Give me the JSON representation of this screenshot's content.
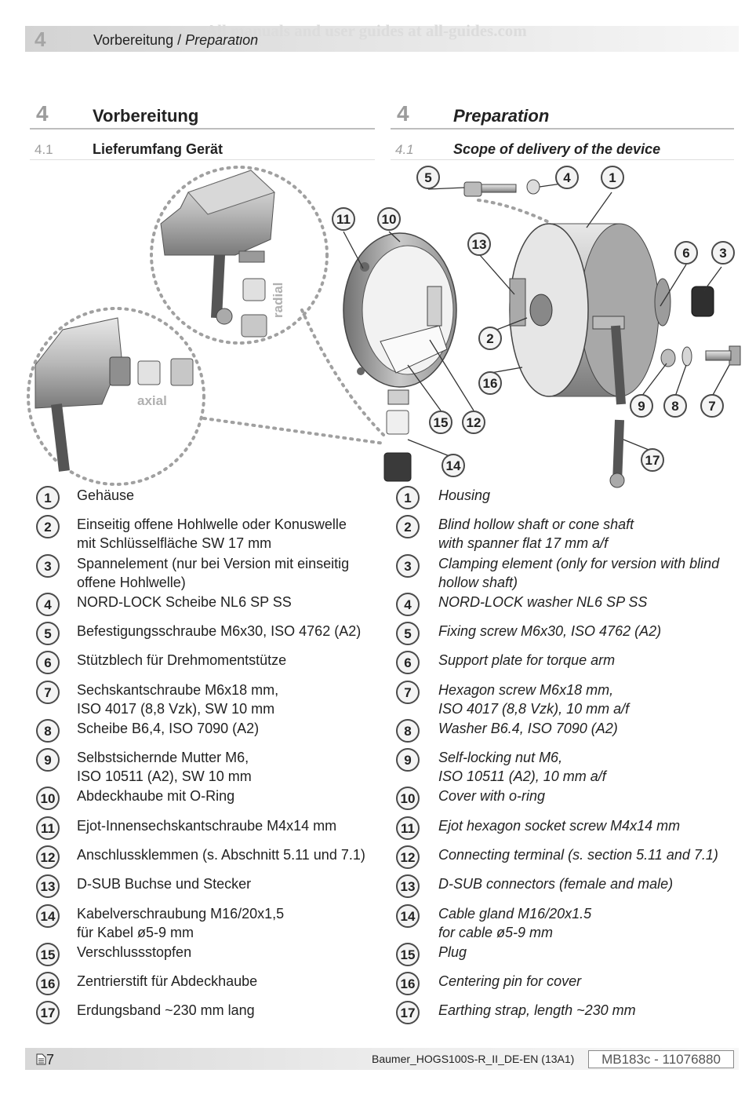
{
  "watermark": "All manuals and user guides at all-guides.com",
  "header": {
    "number": "4",
    "title_de": "Vorbereitung",
    "sep": " / ",
    "title_en": "Preparation"
  },
  "section_de": {
    "number": "4",
    "title": "Vorbereitung",
    "sub_number": "4.1",
    "sub_title": "Lieferumfang Gerät"
  },
  "section_en": {
    "number": "4",
    "title": "Preparation",
    "sub_number": "4.1",
    "sub_title": "Scope of delivery of the device"
  },
  "figure": {
    "label_radial": "radial",
    "label_axial": "axial"
  },
  "parts": [
    {
      "n": "1",
      "de": [
        "Gehäuse"
      ],
      "en": [
        "Housing"
      ]
    },
    {
      "n": "2",
      "de": [
        "Einseitig offene Hohlwelle oder Konuswelle",
        "mit Schlüsselfläche SW 17 mm"
      ],
      "en": [
        "Blind hollow shaft or cone shaft",
        "with spanner flat 17 mm a/f"
      ]
    },
    {
      "n": "3",
      "de": [
        "Spannelement (nur bei Version mit einseitig",
        "offene Hohlwelle)"
      ],
      "en": [
        "Clamping element (only for version with blind",
        "hollow shaft)"
      ]
    },
    {
      "n": "4",
      "de": [
        "NORD-LOCK Scheibe NL6 SP SS"
      ],
      "en": [
        "NORD-LOCK washer NL6 SP SS"
      ]
    },
    {
      "n": "5",
      "de": [
        "Befestigungsschraube M6x30, ISO 4762 (A2)"
      ],
      "en": [
        "Fixing screw M6x30, ISO 4762 (A2)"
      ]
    },
    {
      "n": "6",
      "de": [
        "Stützblech für Drehmomentstütze"
      ],
      "en": [
        "Support plate for torque arm"
      ]
    },
    {
      "n": "7",
      "de": [
        "Sechskantschraube M6x18 mm,",
        "ISO 4017 (8,8 Vzk), SW 10 mm"
      ],
      "en": [
        "Hexagon screw M6x18 mm,",
        "ISO 4017 (8,8 Vzk), 10 mm a/f"
      ]
    },
    {
      "n": "8",
      "de": [
        "Scheibe B6,4, ISO 7090 (A2)"
      ],
      "en": [
        "Washer B6.4, ISO 7090 (A2)"
      ]
    },
    {
      "n": "9",
      "de": [
        "Selbstsichernde Mutter M6,",
        "ISO 10511 (A2), SW 10 mm"
      ],
      "en": [
        "Self-locking nut M6,",
        "ISO 10511 (A2), 10 mm a/f"
      ]
    },
    {
      "n": "10",
      "de": [
        "Abdeckhaube mit O-Ring"
      ],
      "en": [
        "Cover with o-ring"
      ]
    },
    {
      "n": "11",
      "de": [
        "Ejot-Innensechskantschraube M4x14 mm"
      ],
      "en": [
        "Ejot hexagon socket screw M4x14 mm"
      ]
    },
    {
      "n": "12",
      "de": [
        "Anschlussklemmen (s. Abschnitt 5.11 und 7.1)"
      ],
      "en": [
        "Connecting terminal (s. section 5.11 and 7.1)"
      ]
    },
    {
      "n": "13",
      "de": [
        "D-SUB Buchse und Stecker"
      ],
      "en": [
        "D-SUB connectors (female and male)"
      ]
    },
    {
      "n": "14",
      "de": [
        "Kabelverschraubung M16/20x1,5",
        "für Kabel ø5-9 mm"
      ],
      "en": [
        "Cable gland M16/20x1.5",
        "for cable ø5-9 mm"
      ]
    },
    {
      "n": "15",
      "de": [
        "Verschlussstopfen"
      ],
      "en": [
        "Plug"
      ]
    },
    {
      "n": "16",
      "de": [
        "Zentrierstift für Abdeckhaube"
      ],
      "en": [
        "Centering pin for cover"
      ]
    },
    {
      "n": "17",
      "de": [
        "Erdungsband ~230 mm lang"
      ],
      "en": [
        "Earthing strap, length ~230 mm"
      ]
    }
  ],
  "footer": {
    "page": "7",
    "doc": "Baumer_HOGS100S-R_II_DE-EN (13A1)",
    "code": "MB183c - 11076880"
  }
}
